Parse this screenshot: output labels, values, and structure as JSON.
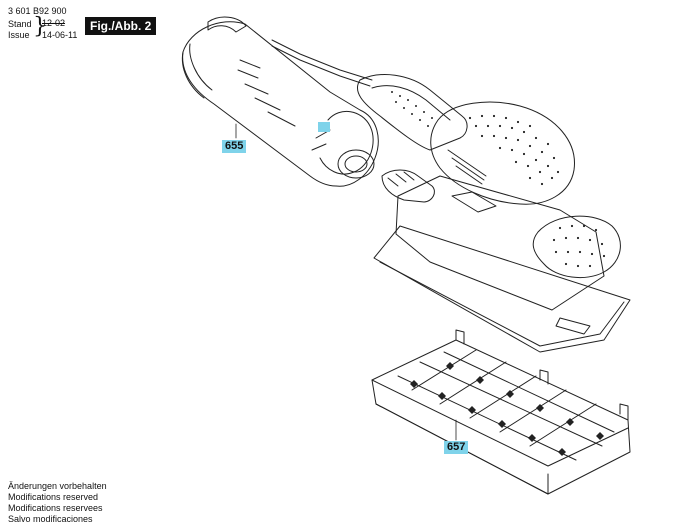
{
  "header": {
    "doc_number": "3 601 B92 900",
    "stand_label": "Stand",
    "issue_label": "Issue",
    "date_old": "12-02",
    "date_new": "14-06-11",
    "figure_label": "Fig./Abb. 2"
  },
  "parts": {
    "dust_box": "655",
    "sanding_plate": "657"
  },
  "notes": [
    "Änderungen vorbehalten",
    "Modifications reserved",
    "Modifications reservees",
    "Salvo modificaciones"
  ],
  "colors": {
    "label_highlight": "#7fd3ea",
    "badge_background": "#111111",
    "line_art": "#222222"
  }
}
